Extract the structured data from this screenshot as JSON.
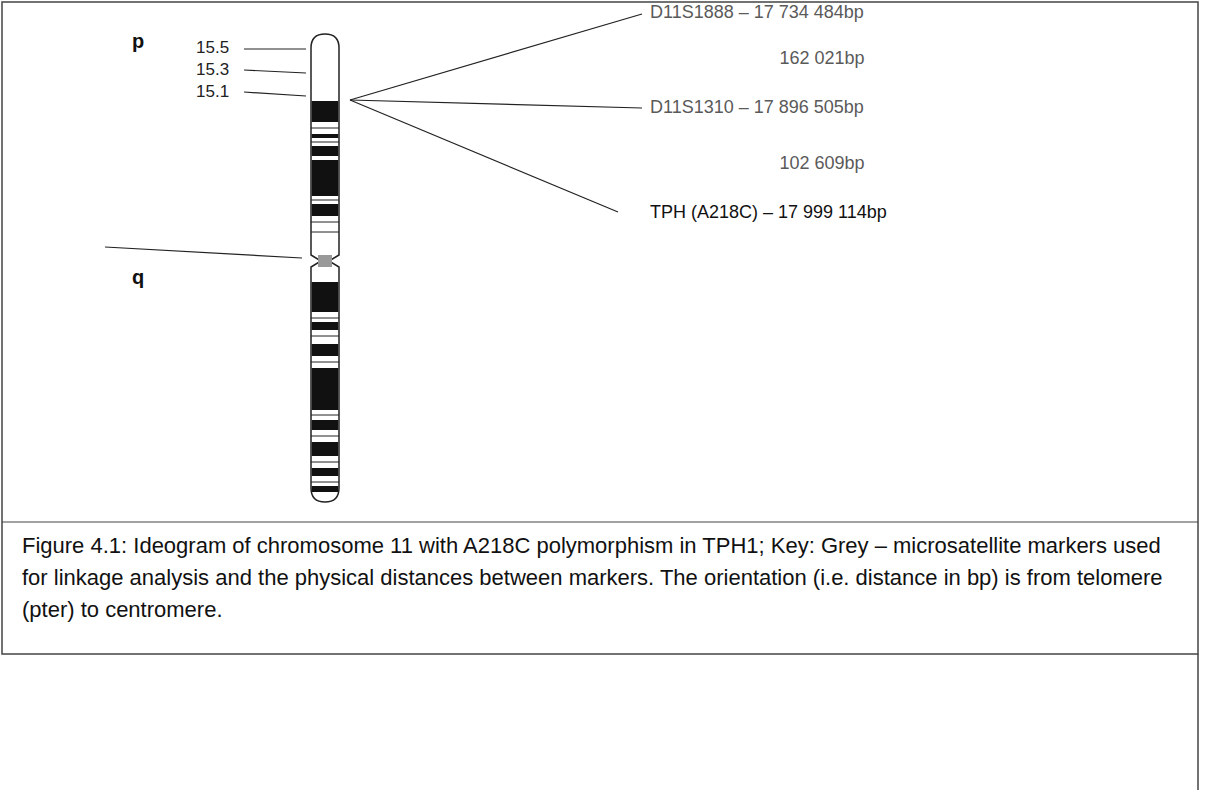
{
  "diagram": {
    "caption": "Figure 4.1: Ideogram of chromosome 11 with A218C polymorphism in TPH1; Key: Grey – microsatellite markers used for linkage analysis and the physical distances between markers. The orientation (i.e. distance in bp) is from telomere (pter) to centromere.",
    "labels": [
      "p",
      "15.5",
      "15.3",
      "15.1",
      "q",
      "D11S1888 – 17 734 484bp",
      "162 021bp",
      "D11S1310 – 17 896 505bp",
      "102 609bp",
      "TPH (A218C) – 17 999 114bp"
    ]
  }
}
